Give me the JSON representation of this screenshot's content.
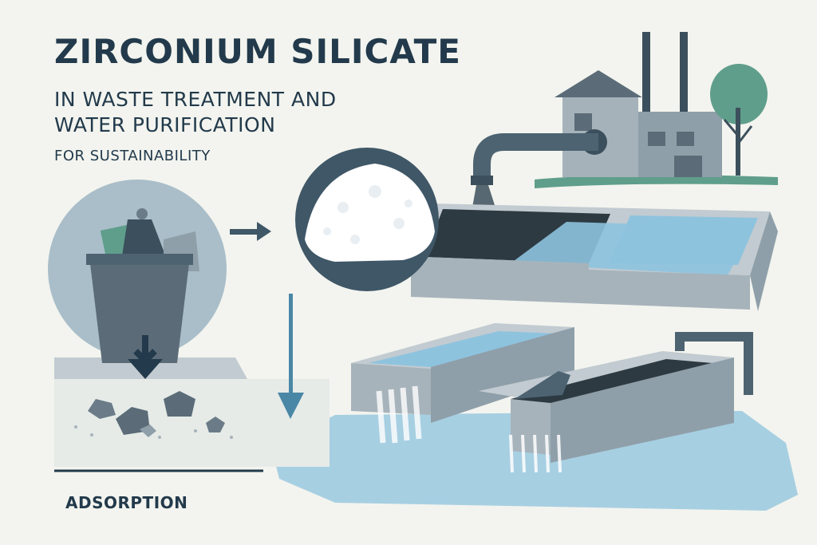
{
  "heading": {
    "title": "ZIRCONIUM SILICATE",
    "line1": "IN WASTE TREATMENT AND",
    "line2": "WATER PURIFICATION",
    "line3": "FOR SUSTAINABILITY"
  },
  "caption": {
    "adsorption": "ADSORPTION"
  },
  "colors": {
    "navy": "#223a4b",
    "water": "#8ec3de",
    "sludge": "#2d3a42",
    "concrete": "#c2cbd1",
    "arrow": "#4a87a6"
  },
  "icons": {
    "factory": "factory-icon",
    "tree": "tree-icon",
    "bin": "trash-bin-icon",
    "granules": "granules-icon"
  }
}
